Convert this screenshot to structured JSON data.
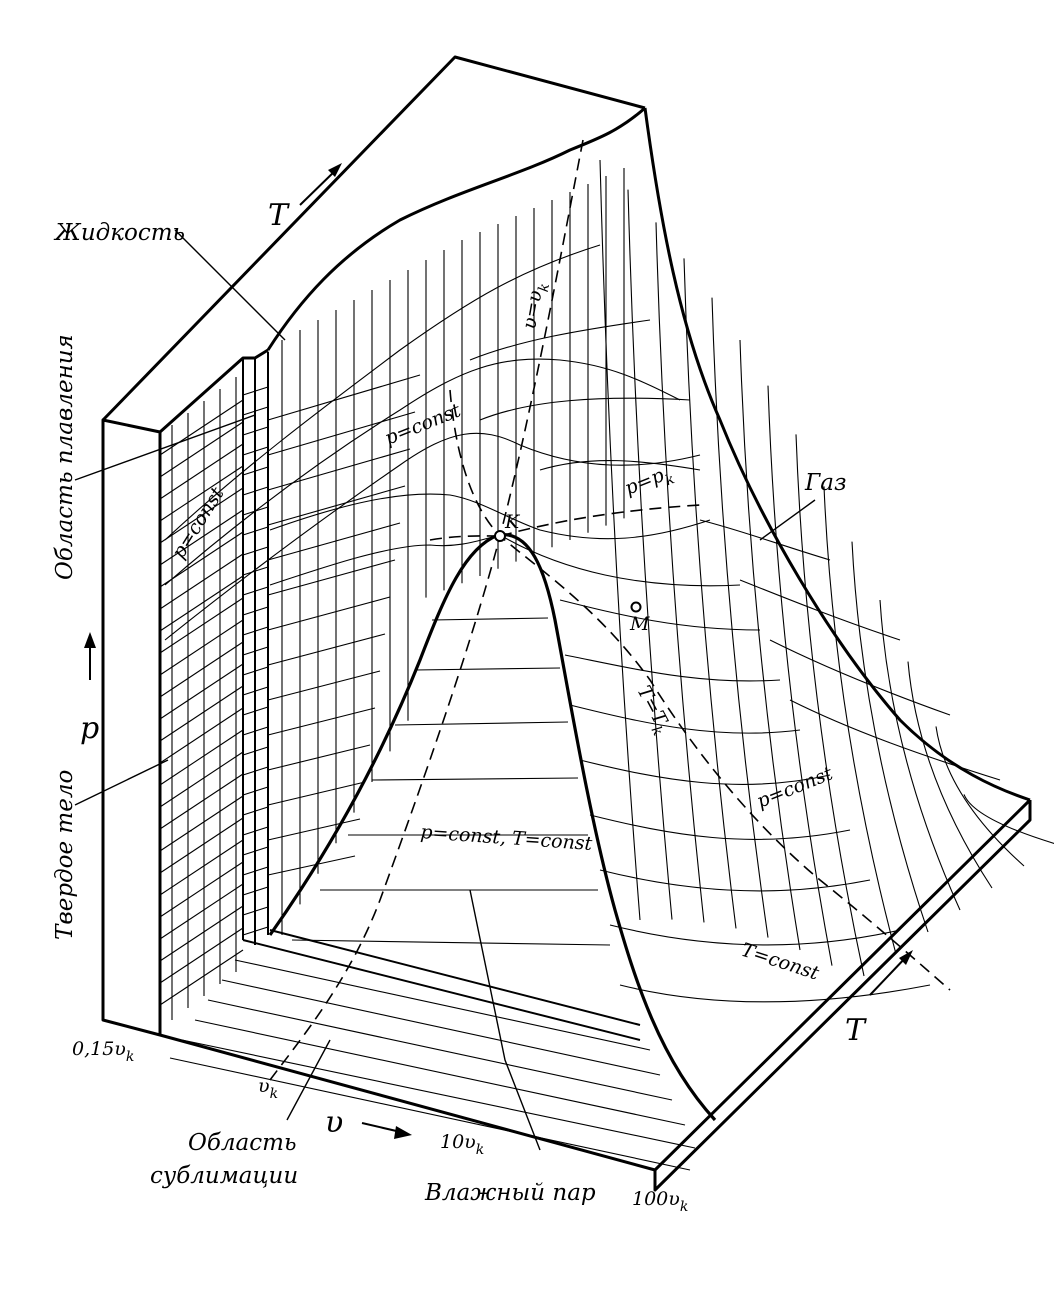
{
  "labels": {
    "liquid": "Жидкость",
    "melting_region": "Область плавления",
    "solid": "Твердое тело",
    "gas": "Газ",
    "wet_steam": "Влажный пар",
    "sublimation_line1": "Область",
    "sublimation_line2": "сублимации",
    "p_axis": "p",
    "T_axis_top": "T",
    "T_axis_right": "T",
    "v_axis": "υ",
    "p_const_left": "p=const",
    "p_const_top": "p=const",
    "p_const_right": "p=const",
    "p_pk": "p=p",
    "p_pk_sub": "k",
    "v_vk": "υ=υ",
    "v_vk_sub": "k",
    "T_Tk": "T=T",
    "T_Tk_sub": "k",
    "T_const": "T=const",
    "pT_const": "p=const, T=const",
    "K_point": "K",
    "M_point": "M",
    "tick_015_main": "0,15υ",
    "tick_015_sub": "k",
    "tick_vk_main": "υ",
    "tick_vk_sub": "k",
    "tick_10_main": "10υ",
    "tick_10_sub": "k",
    "tick_100_main": "100υ",
    "tick_100_sub": "k"
  }
}
